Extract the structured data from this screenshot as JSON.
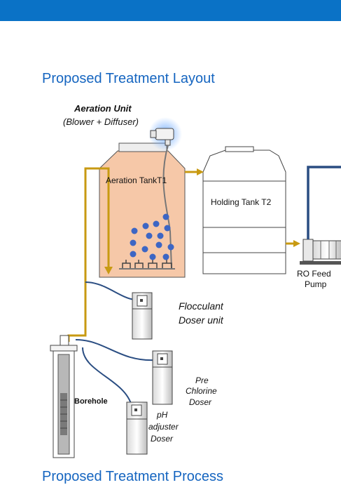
{
  "colors": {
    "header_bar": "#0a72c6",
    "heading": "#1565c0",
    "aeration_tank": "#f6c8a8",
    "pipe_gold": "#c89a12",
    "pipe_blue": "#2a4d82",
    "bubble": "#3d66c4"
  },
  "headings": {
    "layout": "Proposed Treatment Layout",
    "process": "Proposed Treatment Process"
  },
  "diagram": {
    "aeration_unit_title": "Aeration Unit",
    "aeration_unit_sub": "(Blower + Diffuser)",
    "aeration_tank": "Aeration TankT1",
    "holding_tank": "Holding Tank T2",
    "ro_pump_line1": "RO Feed",
    "ro_pump_line2": "Pump",
    "flocculant_line1": "Flocculant",
    "flocculant_line2": "Doser unit",
    "pre_chlorine_line1": "Pre",
    "pre_chlorine_line2": "Chlorine",
    "pre_chlorine_line3": "Doser",
    "ph_line1": "pH",
    "ph_line2": "adjuster",
    "ph_line3": "Doser",
    "borehole": "Borehole"
  }
}
